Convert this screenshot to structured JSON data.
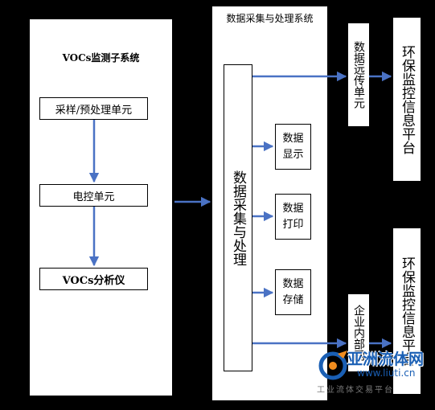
{
  "subsystem": {
    "title": "VOCs监测子系统",
    "steps": [
      "采样/预处理单元",
      "电控单元",
      "VOCs分析仪"
    ]
  },
  "dacq": {
    "title": "数据采集与处理系统",
    "main": "数据采集与处理",
    "outputs": [
      "数据显示",
      "数据打印",
      "数据存储"
    ]
  },
  "remote_unit": "数据远传单元",
  "internal_net": "企业内部网",
  "platform_top": "环保监控信息平台",
  "platform_bottom": "环保监控信息平台",
  "colors": {
    "arrow": "#4a72c4",
    "panel": "#ffffff",
    "background": "#000000",
    "watermark": "#1a5fb4"
  },
  "watermark": {
    "name": "亚洲流体网",
    "url": "www.liuti.cn",
    "slogan": "工业流体交易平台"
  }
}
